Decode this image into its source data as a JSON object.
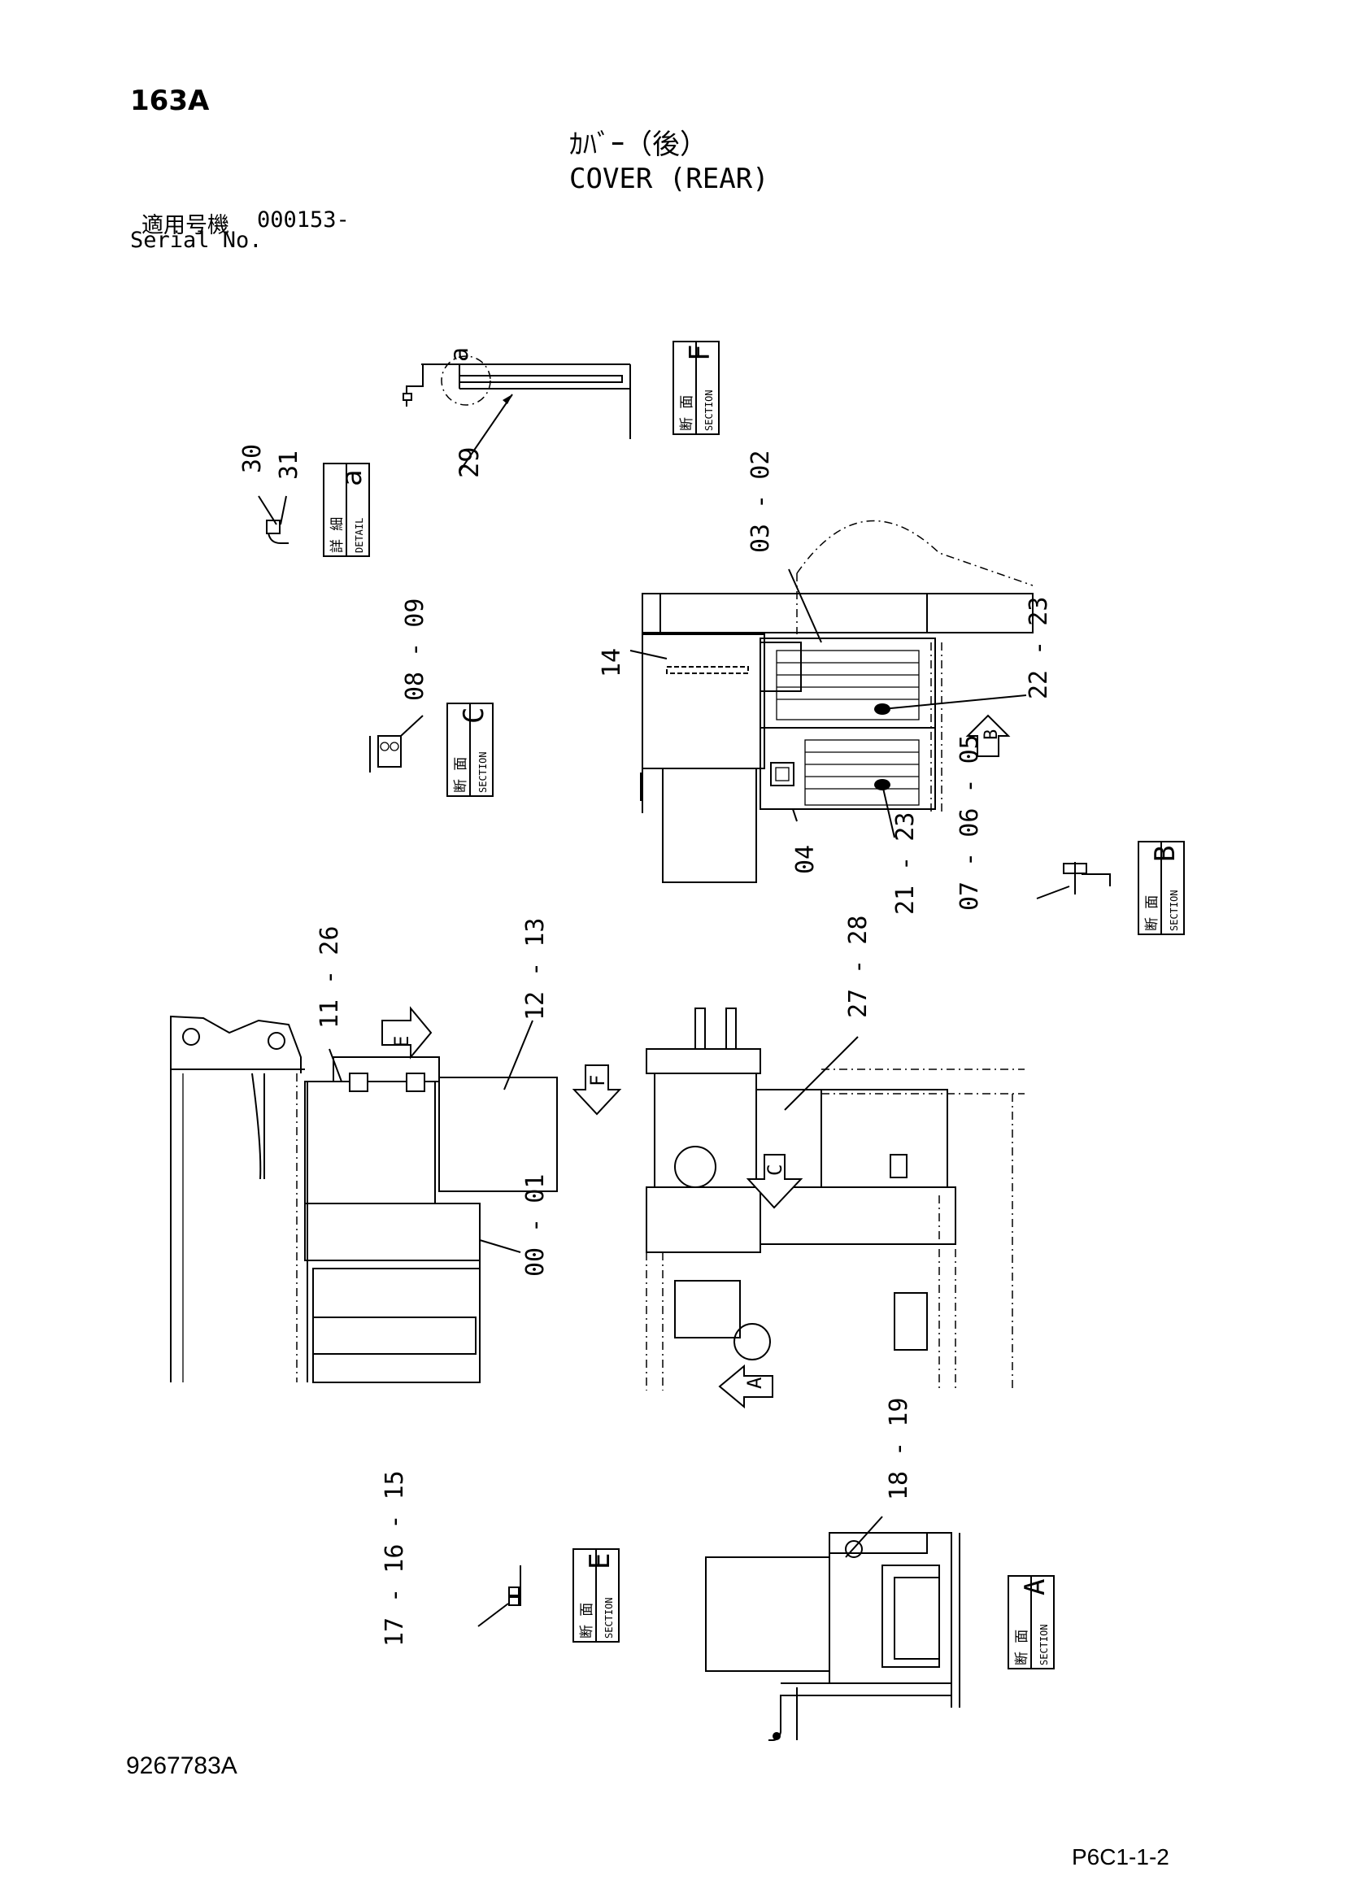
{
  "header": {
    "sheet_id": "163A",
    "title_jp": "ｶﾊﾞｰ（後）",
    "title_en": "COVER (REAR)",
    "serial_label_jp": "適用号機",
    "serial_value": "000153-",
    "serial_label_en": "Serial No."
  },
  "footer": {
    "drawing_number": "9267783A",
    "page_code": "P6C1-1-2"
  },
  "callouts": {
    "c29": "29",
    "c30": "30",
    "c31": "31",
    "c0302": "03 - 02",
    "c14": "14",
    "c0809": "08 - 09",
    "c2223": "22 - 23",
    "c04": "04",
    "c2123": "21 - 23",
    "c070605": "07 - 06 - 05",
    "c1126": "11 - 26",
    "c1213": "12 - 13",
    "c2728": "27 - 28",
    "c0001": "00 - 01",
    "c1819": "18 - 19",
    "c171615": "17 - 16 - 15"
  },
  "view_tags": {
    "section_word": "SECTION",
    "section_jp": "断 面",
    "detail_word": "DETAIL",
    "detail_jp": "詳 細",
    "F": "F",
    "a": "a",
    "C": "C",
    "B": "B",
    "E": "E",
    "A": "A",
    "a_circle": "a"
  },
  "arrows": {
    "B": "B",
    "E": "E",
    "F": "F",
    "C": "C",
    "A": "A"
  },
  "colors": {
    "ink": "#000000",
    "paper": "#ffffff"
  }
}
